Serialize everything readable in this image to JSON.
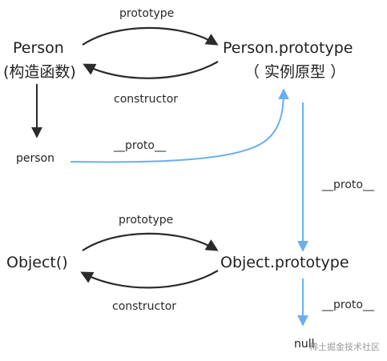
{
  "nodes": {
    "person_ctor": "Person",
    "person_ctor_sub": "(构造函数)",
    "person_proto": "Person.prototype",
    "person_proto_sub": "（ 实例原型 ）",
    "person_instance": "person",
    "object_ctor": "Object()",
    "object_proto": "Object.prototype",
    "null_node": "null"
  },
  "edges": {
    "prototype_top": "prototype",
    "constructor_top": "constructor",
    "proto_person": "__proto__",
    "proto_person_prototype": "__proto__",
    "prototype_bottom": "prototype",
    "constructor_bottom": "constructor",
    "proto_object_prototype": "__proto__"
  },
  "watermark": "稀土掘金技术社区",
  "colors": {
    "dark_arrow": "#2b2b2b",
    "blue_arrow": "#6aaef0"
  }
}
